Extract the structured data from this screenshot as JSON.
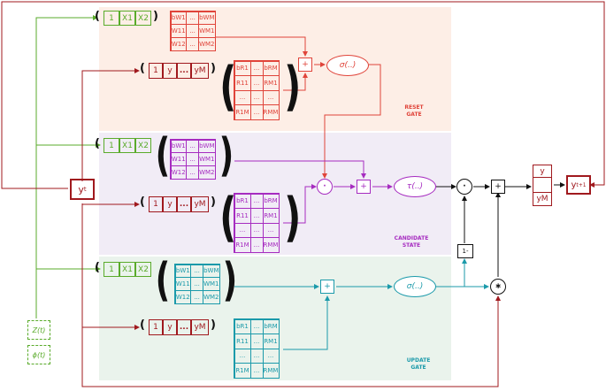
{
  "colors": {
    "green": "#5aab2b",
    "darkred": "#a0191e",
    "red": "#e0443a",
    "purple": "#a62cc0",
    "teal": "#1b9aaa",
    "black": "#111111",
    "reset_bg": "#fdeee6",
    "candidate_bg": "#f1ecf6",
    "update_bg": "#eaf3ec"
  },
  "inputs": {
    "yt": "y",
    "yt_sub": "t",
    "z": "Z(t)",
    "phi": "ϕ(t)"
  },
  "exog_vector": [
    "1",
    "X1",
    "X2"
  ],
  "y_vector": [
    "1",
    "y",
    "...",
    "yM"
  ],
  "reset": {
    "label_line1": "RESET",
    "label_line2": "GATE",
    "wmatrix": [
      "bW1",
      "...",
      "bWM",
      "W11",
      "...",
      "WM1",
      "W12",
      "...",
      "WM2"
    ],
    "rmatrix": [
      "bR1",
      "...",
      "bRM",
      "R11",
      "...",
      "RM1",
      "...",
      "...",
      "...",
      "R1M",
      "...",
      "RMM"
    ],
    "plus": "+",
    "activation": "σ(..)"
  },
  "candidate": {
    "label_line1": "CANDIDATE",
    "label_line2": "STATE",
    "wmatrix": [
      "bW1",
      "...",
      "bWM",
      "W11",
      "...",
      "WM1",
      "W12",
      "...",
      "WM2"
    ],
    "rmatrix": [
      "bR1",
      "...",
      "bRM",
      "R11",
      "...",
      "RM1",
      "...",
      "...",
      "...",
      "R1M",
      "...",
      "RMM"
    ],
    "dot": "·",
    "plus": "+",
    "activation": "τ(..)"
  },
  "update": {
    "label_line1": "UPDATE",
    "label_line2": "GATE",
    "wmatrix": [
      "bW1",
      "...",
      "bWM",
      "W11",
      "...",
      "WM1",
      "W12",
      "...",
      "WM2"
    ],
    "rmatrix": [
      "bR1",
      "...",
      "bRM",
      "R11",
      "...",
      "RM1",
      "...",
      "...",
      "...",
      "R1M",
      "...",
      "RMM"
    ],
    "plus": "+",
    "activation": "σ(..)"
  },
  "combine": {
    "dot": "·",
    "plus": "+",
    "one_minus": "1-",
    "star": "∗"
  },
  "output": {
    "vector": [
      "y",
      "...",
      "yM"
    ],
    "y_next": "y",
    "y_next_sub": "t+1"
  }
}
